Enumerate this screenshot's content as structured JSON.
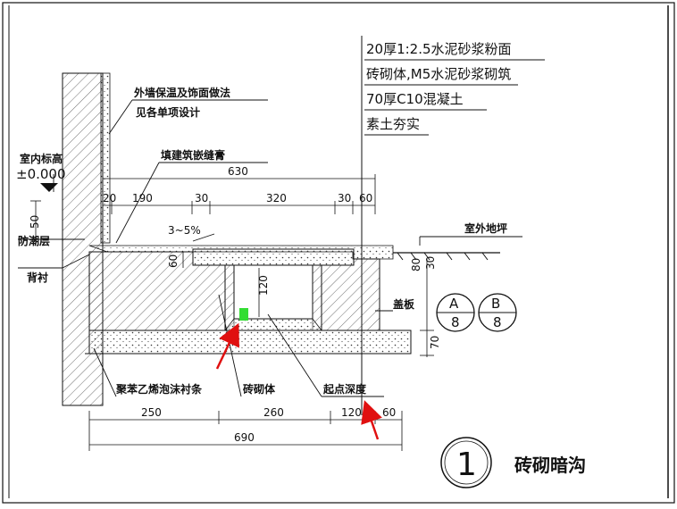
{
  "spec_lines": [
    "20厚1:2.5水泥砂浆粉面",
    "砖砌体,M5水泥砂浆砌筑",
    "70厚C10混凝土",
    "素土夯实"
  ],
  "labels": {
    "wall_finish_1": "外墙保温及饰面做法",
    "wall_finish_2": "见各单项设计",
    "sealant": "填建筑嵌缝膏",
    "indoor_1": "室内标高",
    "indoor_2": "±0.000",
    "damp_course": "防潮层",
    "lining": "背衬",
    "outdoor": "室外地坪",
    "cover": "盖板",
    "foam": "聚苯乙烯泡沫衬条",
    "brick": "砖砌体",
    "slope": "起点深度"
  },
  "dims": {
    "d630": "630",
    "d20": "20",
    "d190": "190",
    "d30a": "30",
    "d320": "320",
    "d30b": "30",
    "d60a": "60",
    "d50": "50",
    "slope": "3~5%",
    "d60b": "60",
    "d120v": "120",
    "d80": "80",
    "d30v": "30",
    "d70": "70",
    "d250": "250",
    "d260": "260",
    "d120": "120",
    "d60c": "60",
    "d690": "690"
  },
  "markers": {
    "a_top": "A",
    "a_bot": "8",
    "b_top": "B",
    "b_bot": "8"
  },
  "title": {
    "number": "1",
    "text": "砖砌暗沟"
  },
  "colors": {
    "highlight": "#33dd33",
    "arrow": "#e01010",
    "line": "#111111"
  }
}
